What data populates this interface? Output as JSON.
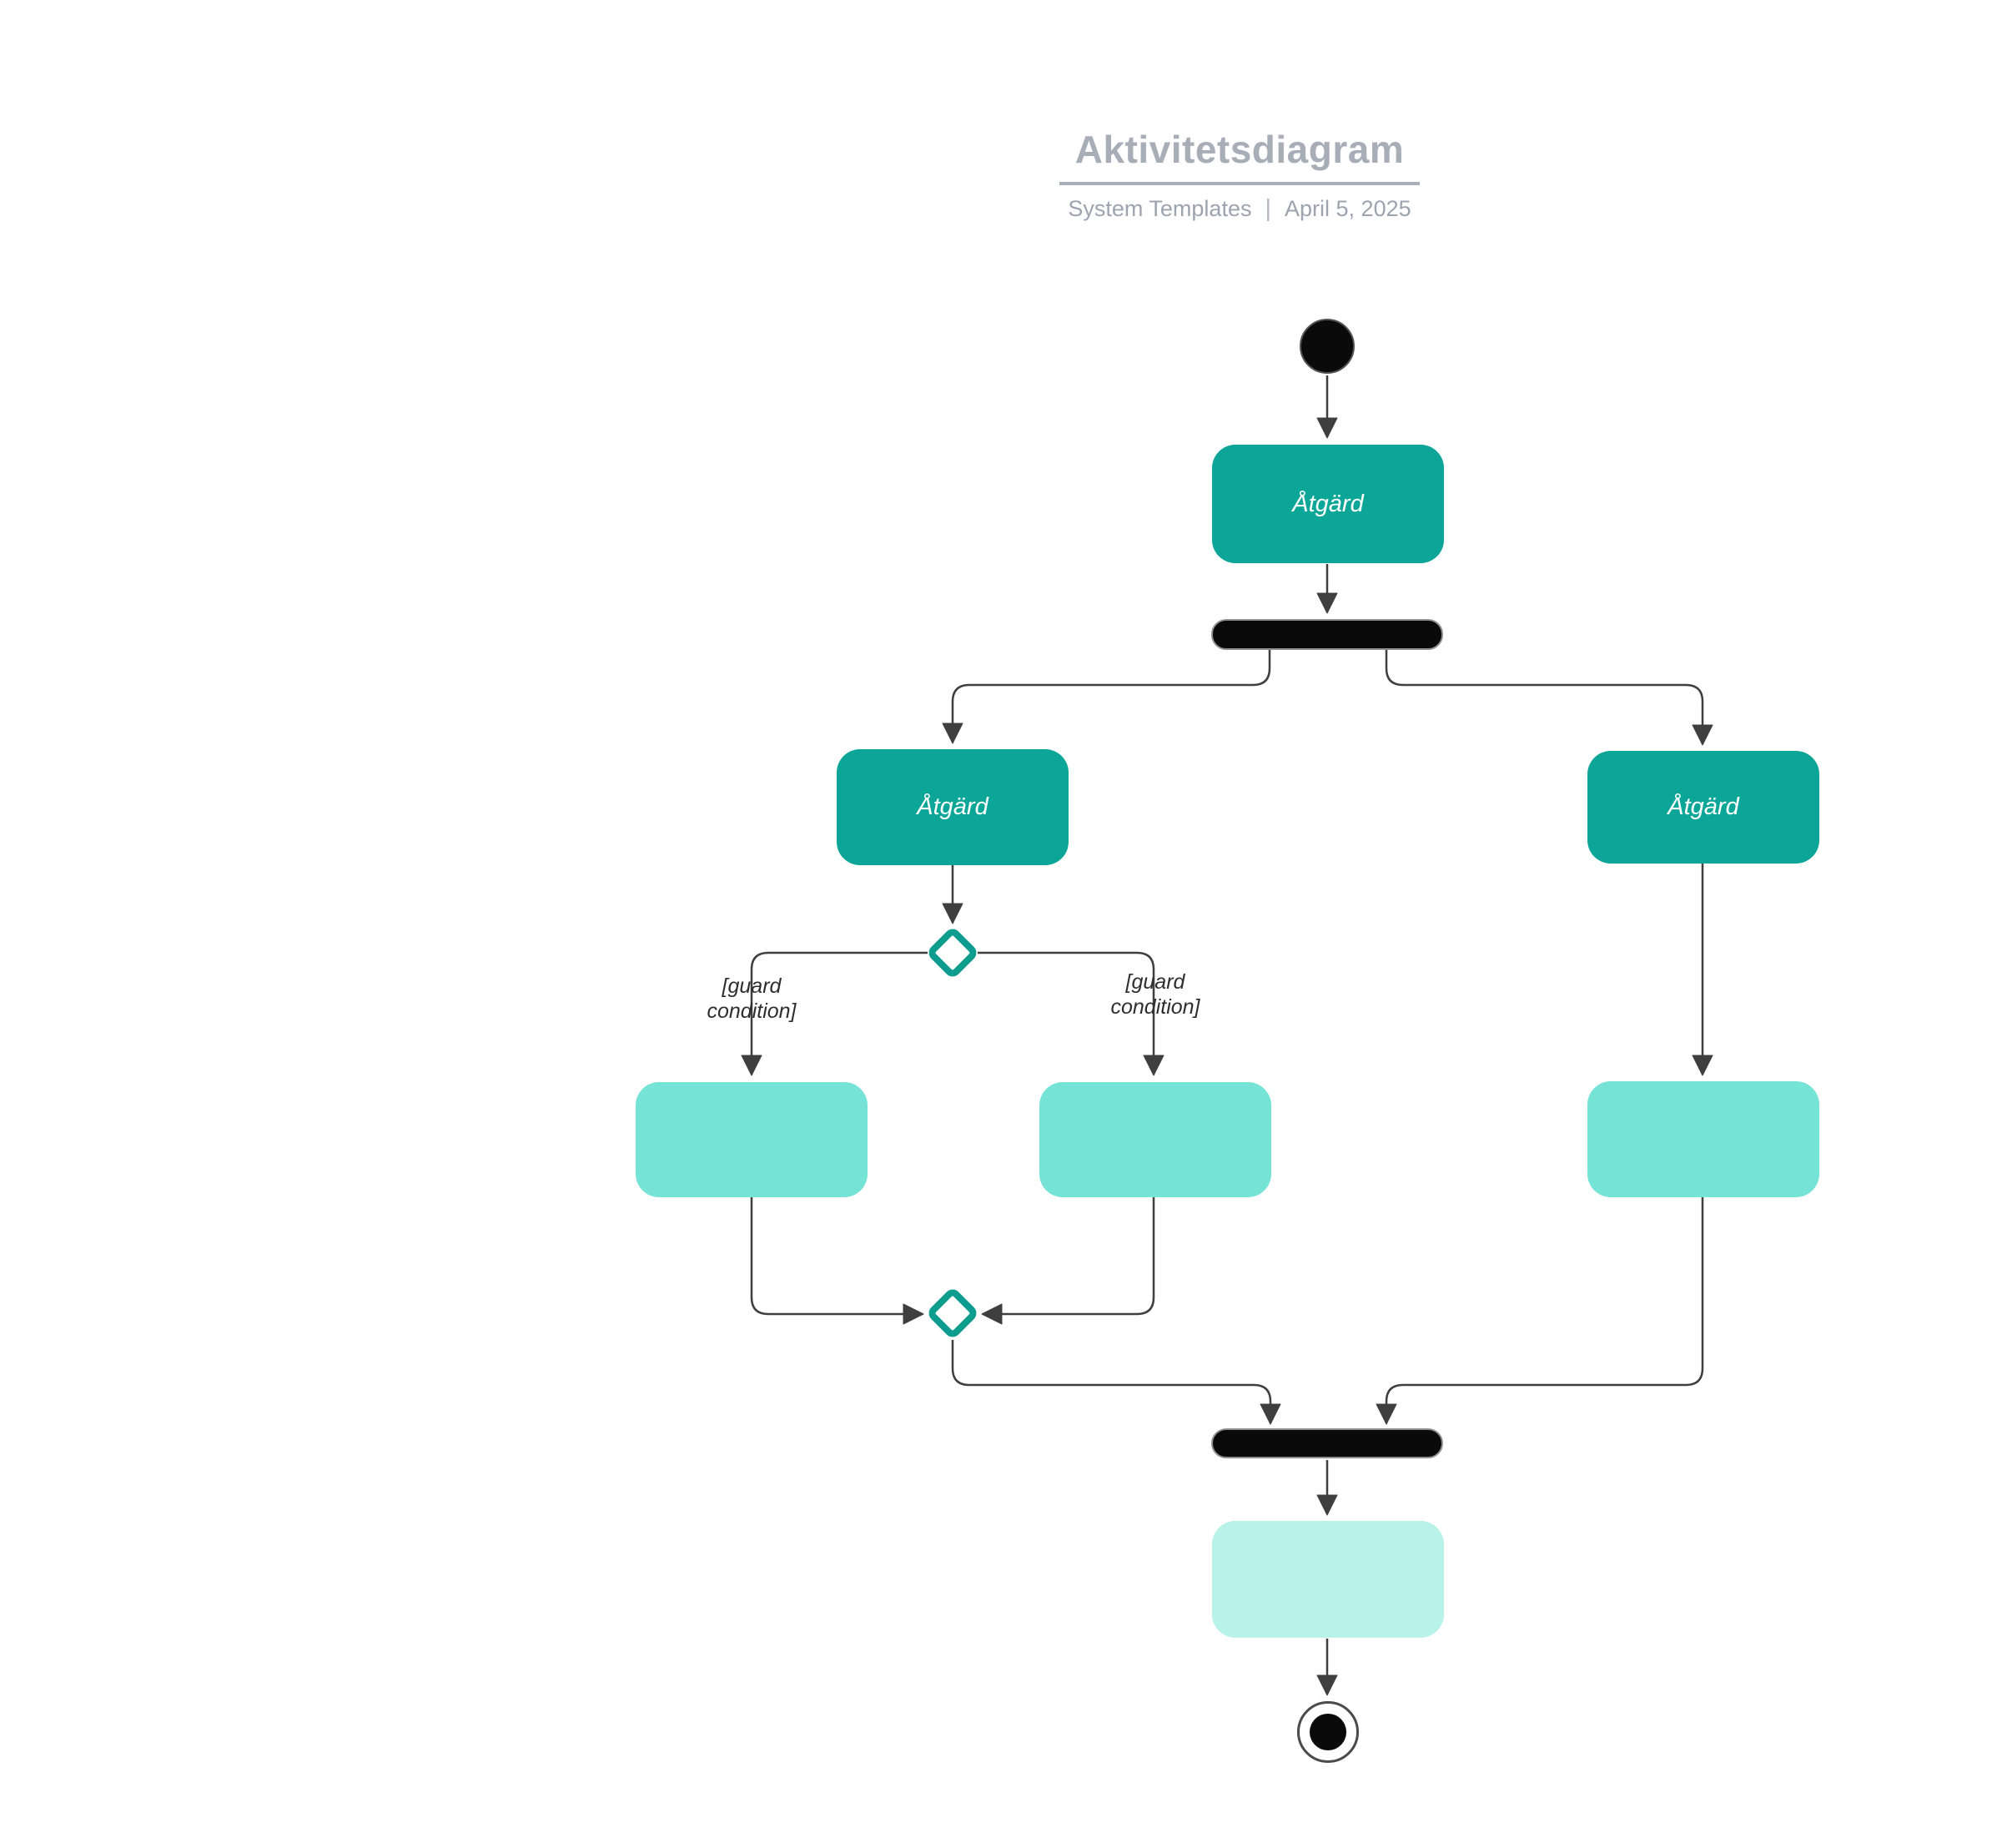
{
  "header": {
    "title": "Aktivitetsdiagram",
    "subtitle_left": "System Templates",
    "subtitle_divider": "|",
    "subtitle_date": "April 5, 2025"
  },
  "diagram": {
    "kind": "uml-activity-diagram",
    "nodes": {
      "initial": {
        "type": "initial-node"
      },
      "action_top": {
        "type": "action",
        "label": "Åtgärd"
      },
      "fork_bar": {
        "type": "fork-bar"
      },
      "action_left": {
        "type": "action",
        "label": "Åtgärd"
      },
      "action_right": {
        "type": "action",
        "label": "Åtgärd"
      },
      "decision": {
        "type": "decision"
      },
      "branch_left": {
        "type": "action",
        "label": ""
      },
      "branch_middle": {
        "type": "action",
        "label": ""
      },
      "branch_right": {
        "type": "action",
        "label": ""
      },
      "merge": {
        "type": "merge"
      },
      "join_bar": {
        "type": "join-bar"
      },
      "action_final": {
        "type": "action",
        "label": ""
      },
      "final": {
        "type": "final-node"
      }
    },
    "edge_labels": {
      "guard_left": {
        "line1": "[guard",
        "line2": "condition]"
      },
      "guard_right": {
        "line1": "[guard",
        "line2": "condition]"
      }
    },
    "colors": {
      "action_fill": "#0BA697",
      "action_text": "#FFFFFF",
      "branch_fill": "#75E3D5",
      "final_action_fill": "#B8F2E8",
      "decision_stroke": "#0D9C8D",
      "bar_fill": "#0A0A0A",
      "edge": "#3F3F3F",
      "guard_text": "#2E2E2E",
      "title_text": "#A8AEB8",
      "subtitle_text": "#9DA4AF"
    }
  }
}
